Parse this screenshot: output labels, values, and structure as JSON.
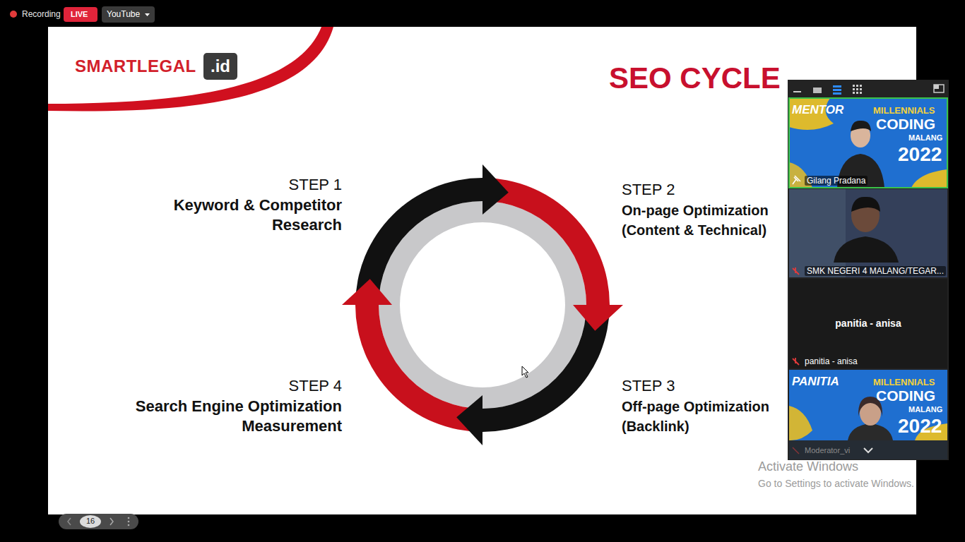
{
  "diagram": {
    "title": "SEO CYCLE",
    "labels": [
      "Recording",
      "LIVE",
      "YouTube",
      "SMARTLEGAL",
      ".id",
      "STEP 1",
      "Keyword & Competitor Research",
      "STEP 2",
      "On-page Optimization (Content & Technical)",
      "MENTOR",
      "MILLENNIALS",
      "CODING",
      "MALANG",
      "2022",
      "Gilang Pradana",
      "SMK NEGERI 4 MALANG/TEGAR...",
      "panitia - anisa",
      "panitia - anisa",
      "PANITIA",
      "MILLENNIALS",
      "CODING",
      "MALANG",
      "2022",
      "Moderator_vi",
      "STEP 4",
      "Search Engine Optimization Measurement",
      "STEP 3",
      "Off-page Optimization (Backlink)",
      "Activate Windows",
      "Go to Settings to activate Windows.",
      "16"
    ]
  }
}
